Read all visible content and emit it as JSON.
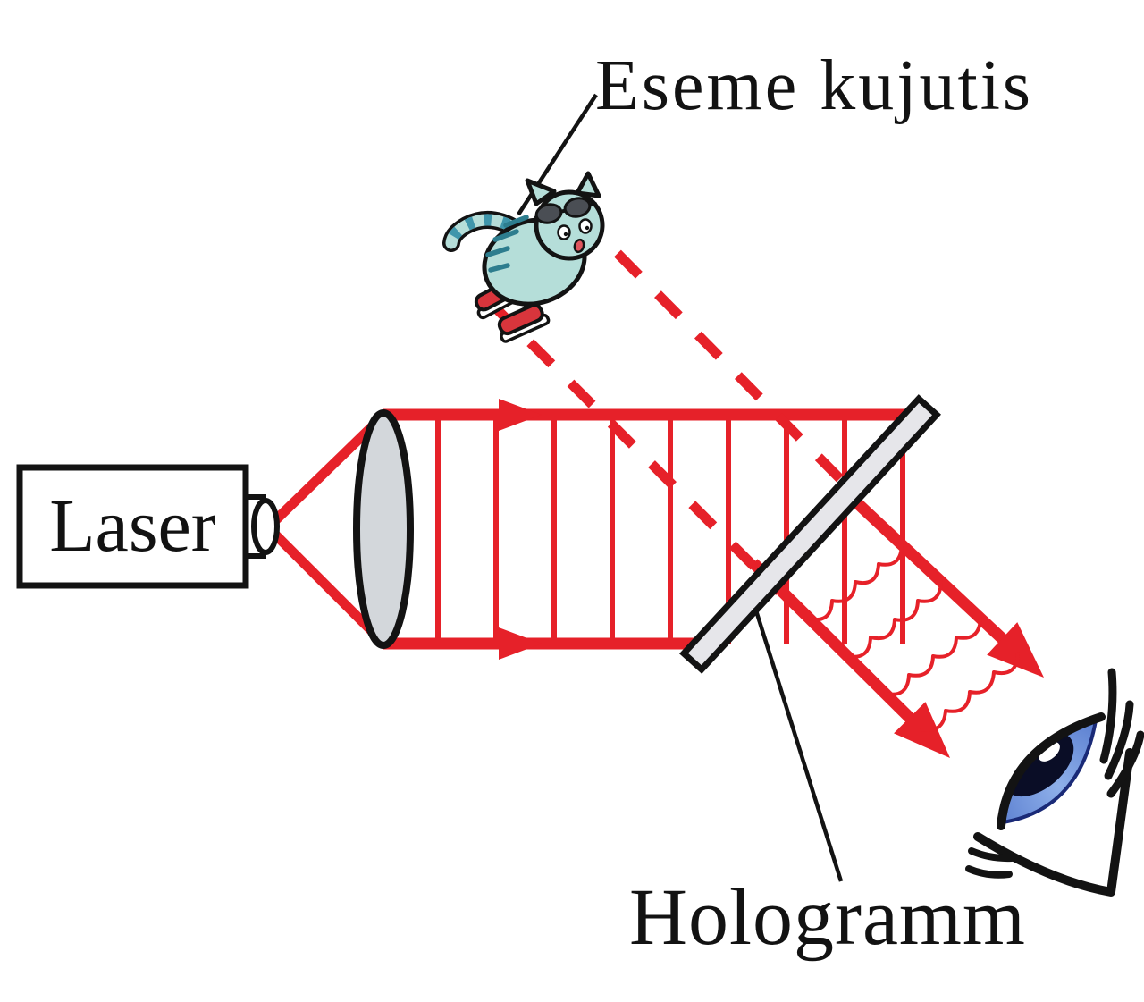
{
  "figure": {
    "type": "physics-diagram",
    "topic": "Viewing a hologram: laser reconstruction of an object image",
    "background": "#ffffff"
  },
  "labels": {
    "object_image": "Eseme kujutis",
    "laser": "Laser",
    "hologram": "Hologramm"
  },
  "colors": {
    "beam_red": "#e62129",
    "outline": "#131313",
    "lens_fill": "#d3d7db",
    "plate_fill": "#e6e6ea",
    "cat_body": "#b5ded9",
    "cat_stripe": "#2d7d8e",
    "cat_band": "#3f96ab",
    "cat_shoe": "#d8353c",
    "cat_mouth": "#e0555e",
    "glasses": "#4a4e54",
    "eye_iris": "#5b7fd0",
    "eye_iris_light": "#8fb0ea",
    "eye_rim": "#1a2a77",
    "eye_pupil": "#0a0d26"
  },
  "components": [
    {
      "name": "laser-box",
      "desc": "laser source with aperture nozzle"
    },
    {
      "name": "beam-expander-lens",
      "desc": "collimating lens"
    },
    {
      "name": "reference-beam",
      "desc": "collimated red beam with plane wavefronts and arrows"
    },
    {
      "name": "object-image-rays-dashed",
      "desc": "dashed rays from virtual image of object"
    },
    {
      "name": "cat-figure",
      "desc": "virtual image of the object (cat)"
    },
    {
      "name": "hologram-plate",
      "desc": "tilted hologram plate"
    },
    {
      "name": "reconstructed-beams",
      "desc": "diffracted beams with curved wavefronts"
    },
    {
      "name": "observer-eye",
      "desc": "eye of the observer"
    }
  ]
}
